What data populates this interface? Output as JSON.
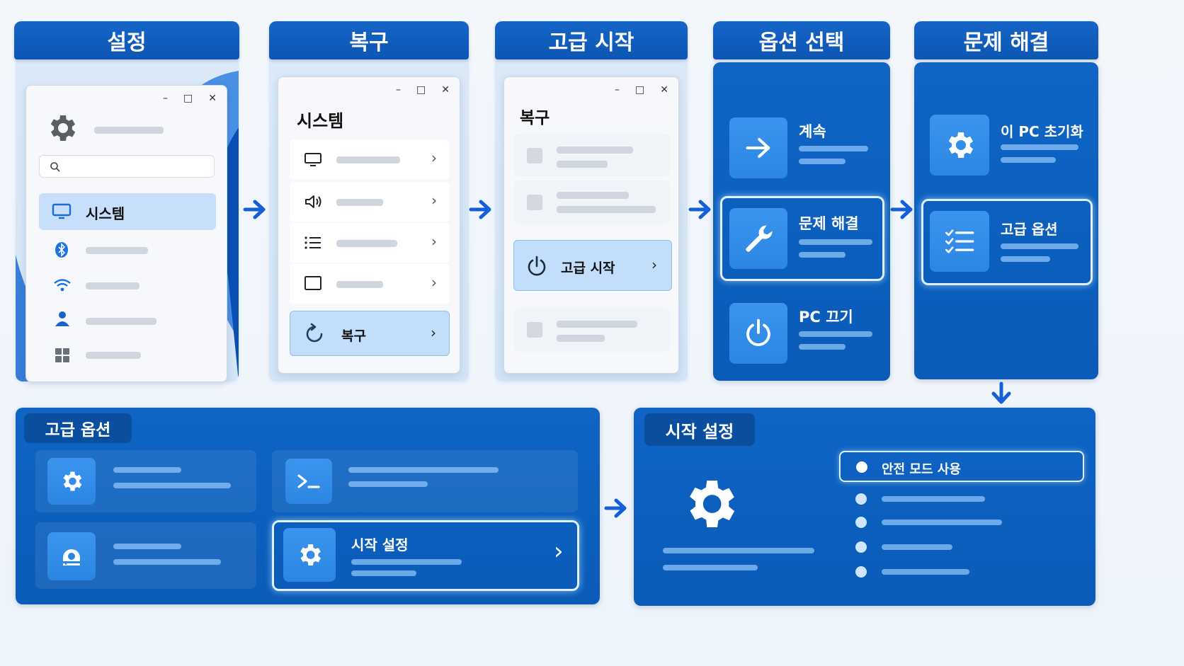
{
  "steps": {
    "s1": "설정",
    "s2": "복구",
    "s3": "고급 시작",
    "s4": "옵션 선택",
    "s5": "문제 해결"
  },
  "settings_window": {
    "selected_item": "시스템",
    "window_controls": [
      "–",
      "□",
      "✕"
    ]
  },
  "system_window": {
    "title": "시스템",
    "selected_item": "복구"
  },
  "recovery_window": {
    "title": "복구",
    "selected_item": "고급 시작"
  },
  "choose_option": {
    "items": [
      "계속",
      "문제 해결",
      "PC 끄기"
    ]
  },
  "troubleshoot": {
    "items": [
      "이 PC 초기화",
      "고급 옵션"
    ]
  },
  "advanced_options": {
    "title": "고급 옵션",
    "selected_item": "시작 설정"
  },
  "startup_settings": {
    "title": "시작 설정",
    "selected_option": "안전 모드 사용"
  },
  "colors": {
    "header_blue": "#1565c8",
    "panel_blue": "#0f64c4",
    "tile_blue": "#3b95ee",
    "arrow_blue": "#1560d6"
  }
}
